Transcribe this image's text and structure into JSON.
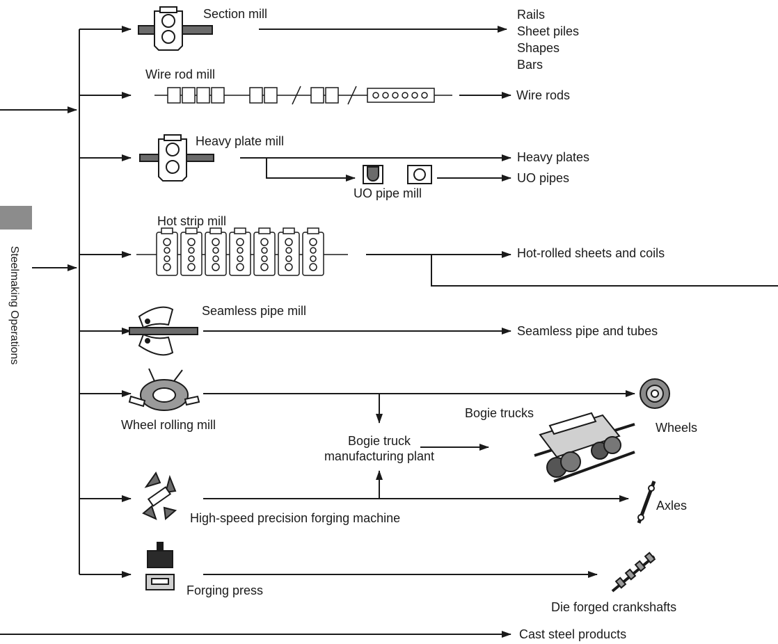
{
  "side_label": "Steelmaking Operations",
  "mills": {
    "section": "Section mill",
    "wire_rod": "Wire rod mill",
    "heavy_plate": "Heavy plate mill",
    "uo_pipe": "UO pipe mill",
    "hot_strip": "Hot strip mill",
    "seamless": "Seamless pipe mill",
    "wheel": "Wheel rolling mill",
    "forging_machine": "High-speed precision forging machine",
    "forging_press": "Forging press",
    "bogie_plant_line1": "Bogie truck",
    "bogie_plant_line2": "manufacturing plant"
  },
  "products": {
    "section": [
      "Rails",
      "Sheet piles",
      "Shapes",
      "Bars"
    ],
    "wire_rods": "Wire rods",
    "heavy_plates": "Heavy plates",
    "uo_pipes": "UO pipes",
    "hot_rolled": "Hot-rolled sheets and coils",
    "seamless": "Seamless pipe and tubes",
    "bogie_trucks": "Bogie trucks",
    "wheels": "Wheels",
    "axles": "Axles",
    "crankshafts": "Die forged crankshafts",
    "cast_steel": "Cast steel products"
  },
  "colors": {
    "line": "#1a1a1a",
    "tab": "#8c8c8c",
    "bar": "#6b6b6b"
  }
}
